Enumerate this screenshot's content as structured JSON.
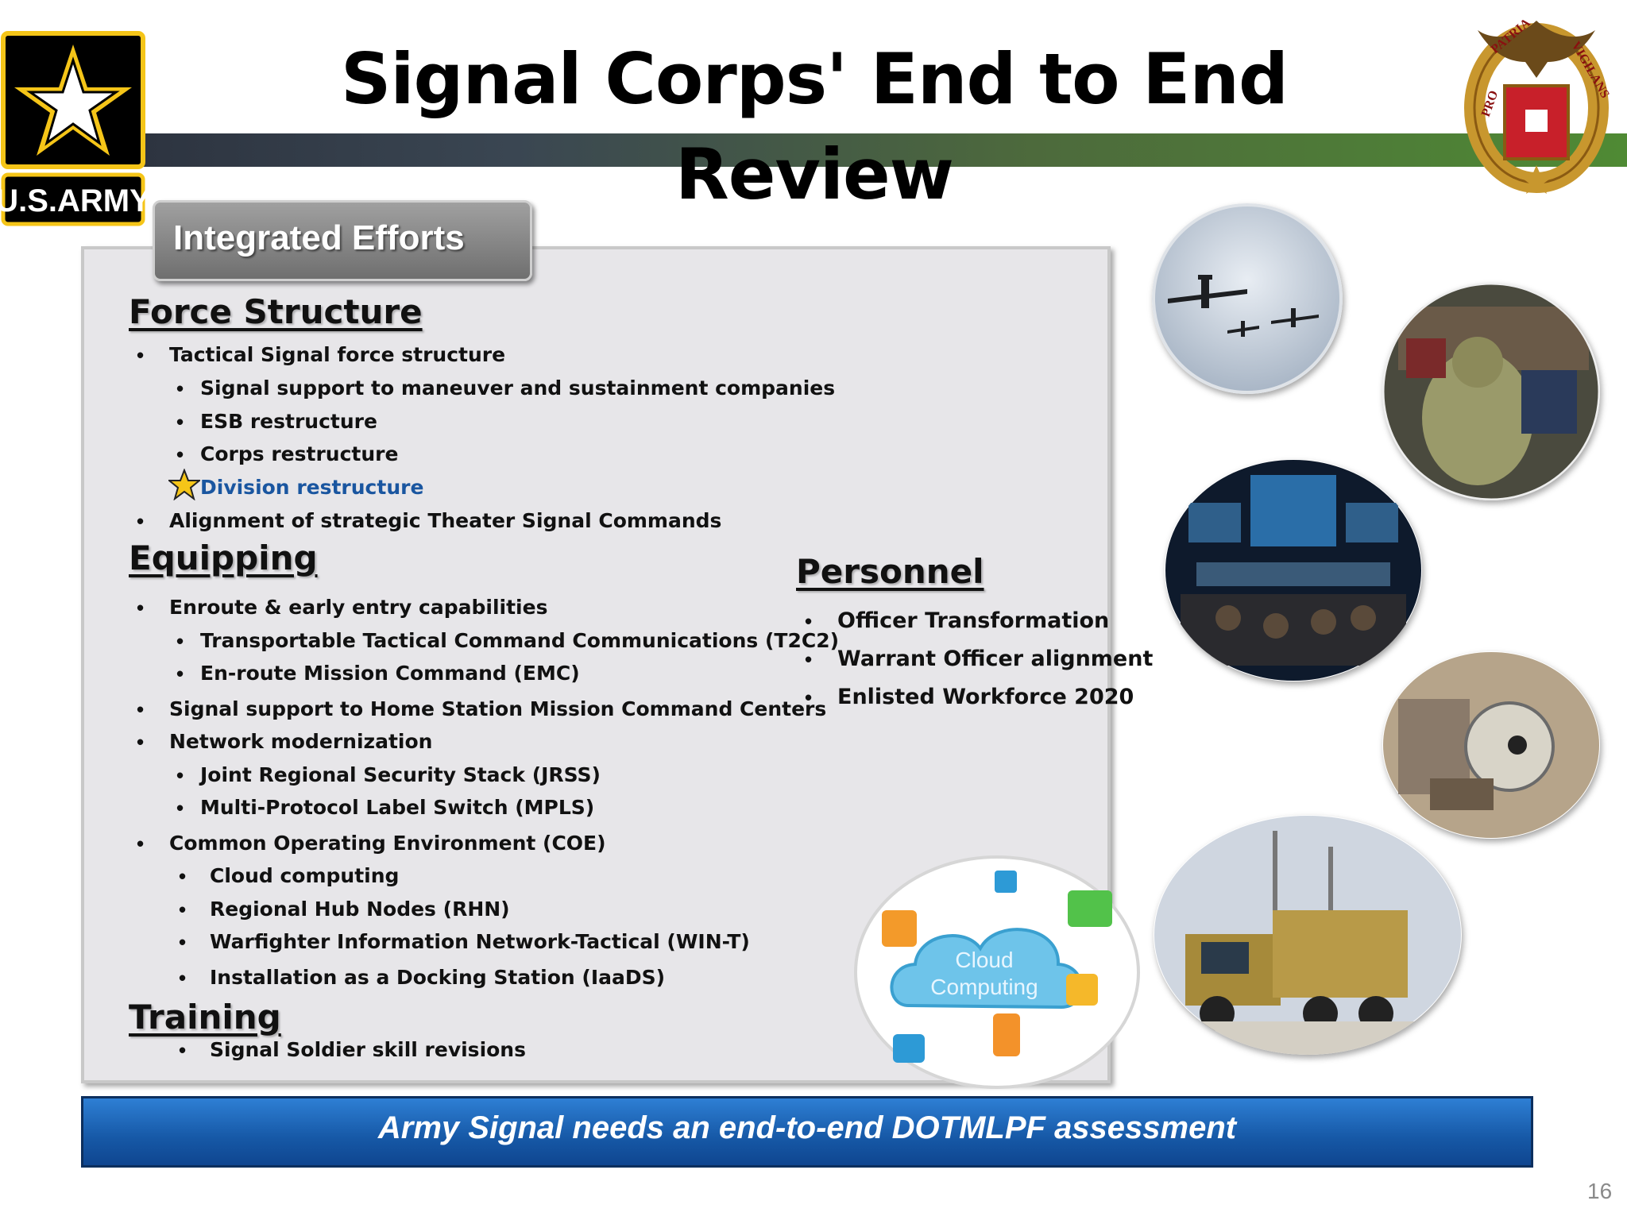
{
  "title": "Signal Corps' End to End Review",
  "logo": {
    "wordmark": "U.S.ARMY",
    "icon": "army-star-icon"
  },
  "seal": {
    "motto_left": "PRO",
    "motto_top": "PATRIA",
    "motto_right": "VIGILANS",
    "icon": "signal-corps-seal-icon"
  },
  "panel_tab": "Integrated Efforts",
  "force_structure": {
    "heading": "Force Structure",
    "items": [
      "Tactical Signal force structure",
      "Signal support to maneuver and sustainment companies",
      "ESB restructure",
      "Corps restructure",
      "Division restructure",
      "Alignment of strategic Theater Signal Commands"
    ]
  },
  "equipping": {
    "heading": "Equipping",
    "items": [
      "Enroute & early entry capabilities",
      "Transportable Tactical Command Communications (T2C2)",
      "En-route Mission Command (EMC)",
      "Signal support to Home Station Mission Command Centers",
      "Network modernization",
      "Joint Regional Security Stack (JRSS)",
      "Multi-Protocol Label Switch (MPLS)",
      "Common Operating Environment (COE)",
      "Cloud computing",
      "Regional Hub Nodes (RHN)",
      "Warfighter Information Network-Tactical (WIN-T)",
      "Installation as a Docking Station (IaaDS)"
    ]
  },
  "training": {
    "heading": "Training",
    "items": [
      "Signal Soldier skill revisions"
    ]
  },
  "personnel": {
    "heading": "Personnel",
    "items": [
      "Officer Transformation",
      "Warrant Officer alignment",
      "Enlisted Workforce 2020"
    ]
  },
  "cloud_graphic": {
    "line1": "Cloud",
    "line2": "Computing"
  },
  "banner": "Army Signal needs an end-to-end DOTMLPF assessment",
  "page_number": "16",
  "colors": {
    "banner_blue": "#1658a6",
    "highlight_blue": "#1a56a0",
    "army_gold": "#f5c518"
  }
}
